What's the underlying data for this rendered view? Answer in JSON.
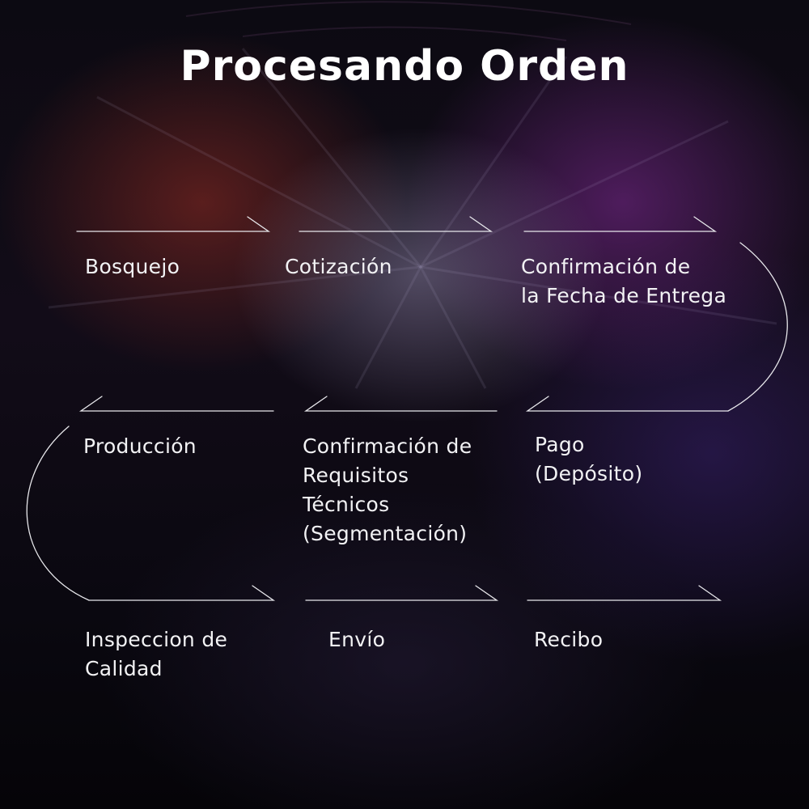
{
  "title": "Procesando Orden",
  "colors": {
    "text": "#ffffff",
    "line": "#e8e8ec",
    "background_dark": "#08060d",
    "glow_red": "#962d23",
    "glow_purple": "#782c8c"
  },
  "steps": [
    {
      "label": "Bosquejo"
    },
    {
      "label": "Cotización"
    },
    {
      "label": "Confirmación de\nla Fecha de Entrega"
    },
    {
      "label": "Producción"
    },
    {
      "label": "Confirmación de\nRequisitos\nTécnicos\n(Segmentación)"
    },
    {
      "label": "Pago\n(Depósito)"
    },
    {
      "label": "Inspeccion de\nCalidad"
    },
    {
      "label": "Envío"
    },
    {
      "label": "Recibo"
    }
  ]
}
